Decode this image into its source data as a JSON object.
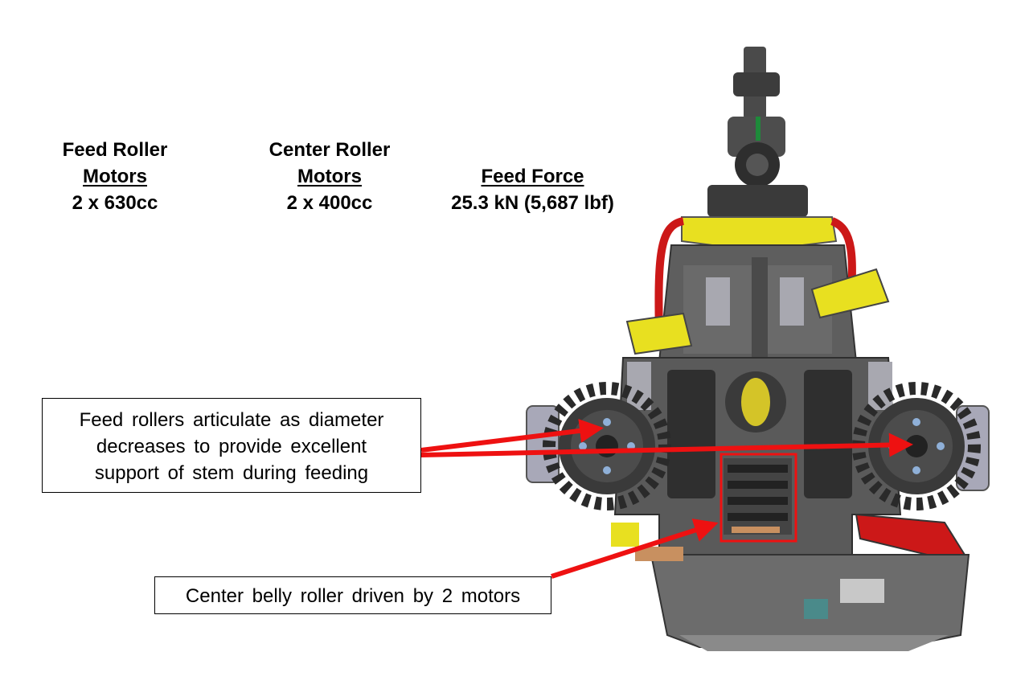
{
  "specs": {
    "feed_roller": {
      "line1": "Feed Roller",
      "line2": "Motors",
      "value": "2 x 630cc"
    },
    "center_roller": {
      "line1": "Center Roller",
      "line2": "Motors",
      "value": "2 x 400cc"
    },
    "feed_force": {
      "label": "Feed Force",
      "value": "25.3 kN (5,687 lbf)"
    }
  },
  "callouts": {
    "rollers": {
      "line1": "Feed rollers articulate as diameter",
      "line2": "decreases to provide excellent",
      "line3": "support of stem during feeding"
    },
    "belly": "Center belly roller driven by 2 motors"
  },
  "colors": {
    "arrow": "#ee1111",
    "body_gray": "#5a5a5a",
    "dark_gray": "#3a3a3a",
    "light_gray": "#a8a8b0",
    "yellow": "#e8e020",
    "red_part": "#cc1818"
  }
}
